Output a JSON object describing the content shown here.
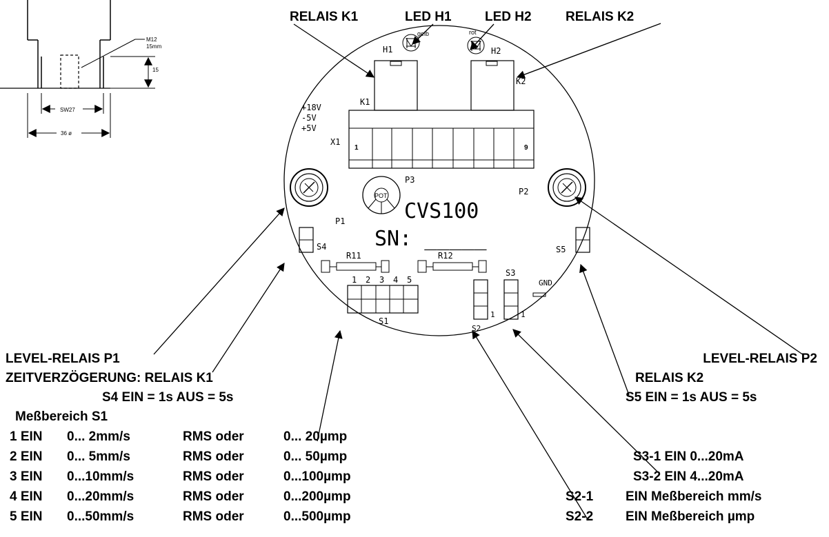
{
  "top_labels": {
    "relais_k1": "RELAIS K1",
    "led_h1": "LED H1",
    "led_h2": "LED H2",
    "relais_k2": "RELAIS K2"
  },
  "detail_drawing": {
    "thread": "M12",
    "thread_depth": "15mm",
    "depth_dim": "15",
    "wrench_size": "SW27",
    "diameter": "36 ø"
  },
  "board": {
    "led_h1_label": "H1",
    "led_h1_color": "gelb",
    "led_h2_label": "H2",
    "led_h2_color": "rot",
    "relay_k1_label": "K1",
    "relay_k2_label": "K2",
    "voltage_18": "+18V",
    "voltage_m5": "-5V",
    "voltage_p5": "+5V",
    "terminal_label": "X1",
    "terminal_first": "1",
    "terminal_last": "9",
    "pot_p1": "P1",
    "pot_p2": "P2",
    "pot_p3": "P3",
    "pot_p3_text": "POT",
    "model": "CVS100",
    "serial": "SN: _____",
    "switch_s4": "S4",
    "switch_s5": "S5",
    "resistor_r11": "R11",
    "resistor_r12": "R12",
    "s1_label": "S1",
    "s1_numbers": [
      "1",
      "2",
      "3",
      "4",
      "5"
    ],
    "s2_label": "S2",
    "s3_label": "S3",
    "s2_pin": "1",
    "s3_pin": "1",
    "gnd": "GND"
  },
  "left_notes": {
    "level_p1": "LEVEL-RELAIS P1",
    "delay": "ZEITVERZÖGERUNG: RELAIS K1",
    "s4": "S4  EIN = 1s  AUS = 5s",
    "range_title": "Meßbereich S1",
    "rows": [
      {
        "sw": "1 EIN",
        "mm": "0... 2mm/s",
        "rms": "RMS oder",
        "um": "0...  20µmp"
      },
      {
        "sw": "2 EIN",
        "mm": "0... 5mm/s",
        "rms": "RMS oder",
        "um": "0...  50µmp"
      },
      {
        "sw": "3 EIN",
        "mm": "0...10mm/s",
        "rms": "RMS oder",
        "um": "0...100µmp"
      },
      {
        "sw": "4 EIN",
        "mm": "0...20mm/s",
        "rms": "RMS oder",
        "um": "0...200µmp"
      },
      {
        "sw": "5 EIN",
        "mm": "0...50mm/s",
        "rms": "RMS oder",
        "um": "0...500µmp"
      }
    ]
  },
  "right_notes": {
    "level_p2": "LEVEL-RELAIS P2",
    "relais_k2": "RELAIS K2",
    "s5": "S5  EIN = 1s   AUS = 5s",
    "s3_1": "S3-1 EIN  0...20mA",
    "s3_2": "S3-2 EIN  4...20mA",
    "s2_1_key": "S2-1",
    "s2_1_val": "EIN Meßbereich mm/s",
    "s2_2_key": "S2-2",
    "s2_2_val": "EIN Meßbereich µmp"
  }
}
